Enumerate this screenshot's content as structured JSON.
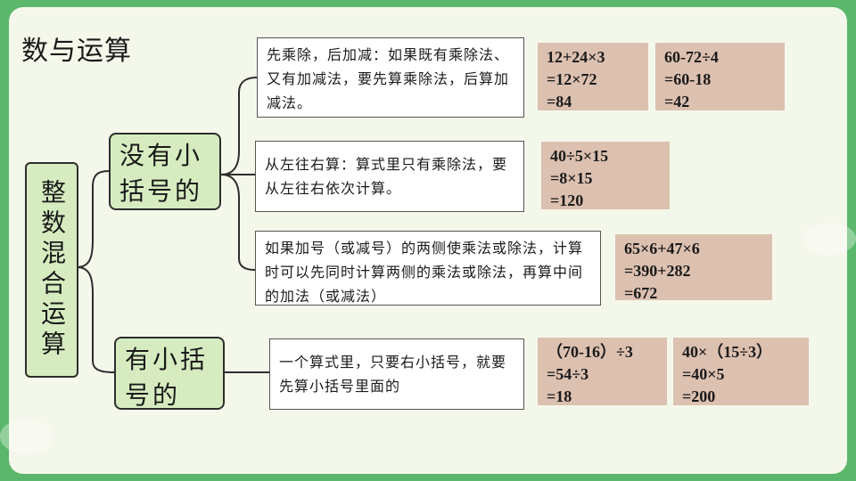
{
  "title": "数与运算",
  "root": "整数混合运算",
  "branches": [
    {
      "label": "没有小括号的"
    },
    {
      "label": "有小括号的"
    }
  ],
  "rules": [
    {
      "text": "先乘除，后加减：如果既有乘除法、又有加减法，要先算乘除法，后算加减法。"
    },
    {
      "text": "从左往右算：算式里只有乘除法，要从左往右依次计算。"
    },
    {
      "text": "如果加号（或减号）的两侧使乘法或除法，计算时可以先同时计算两侧的乘法或除法，再算中间的加法（或减法）"
    },
    {
      "text": "一个算式里，只要右小括号，就要先算小括号里面的"
    }
  ],
  "examples": [
    {
      "lines": [
        "12+24×3",
        "=12×72",
        "=84"
      ]
    },
    {
      "lines": [
        "60-72÷4",
        "=60-18",
        "=42"
      ]
    },
    {
      "lines": [
        "40÷5×15",
        "=8×15",
        "=120"
      ]
    },
    {
      "lines": [
        "65×6+47×6",
        "=390+282",
        "=672"
      ]
    },
    {
      "lines": [
        "（70-16）÷3",
        "=54÷3",
        "=18"
      ]
    },
    {
      "lines": [
        "40×（15÷3）",
        "=40×5",
        "=200"
      ]
    }
  ]
}
